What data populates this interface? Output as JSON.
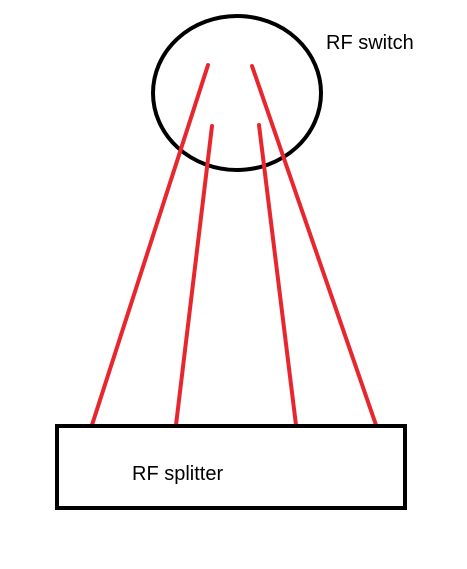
{
  "diagram": {
    "switch_label": "RF switch",
    "splitter_label": "RF splitter",
    "connection_count": 4,
    "colors": {
      "outline": "#000000",
      "connection": "#e8262d",
      "background": "#ffffff"
    }
  }
}
